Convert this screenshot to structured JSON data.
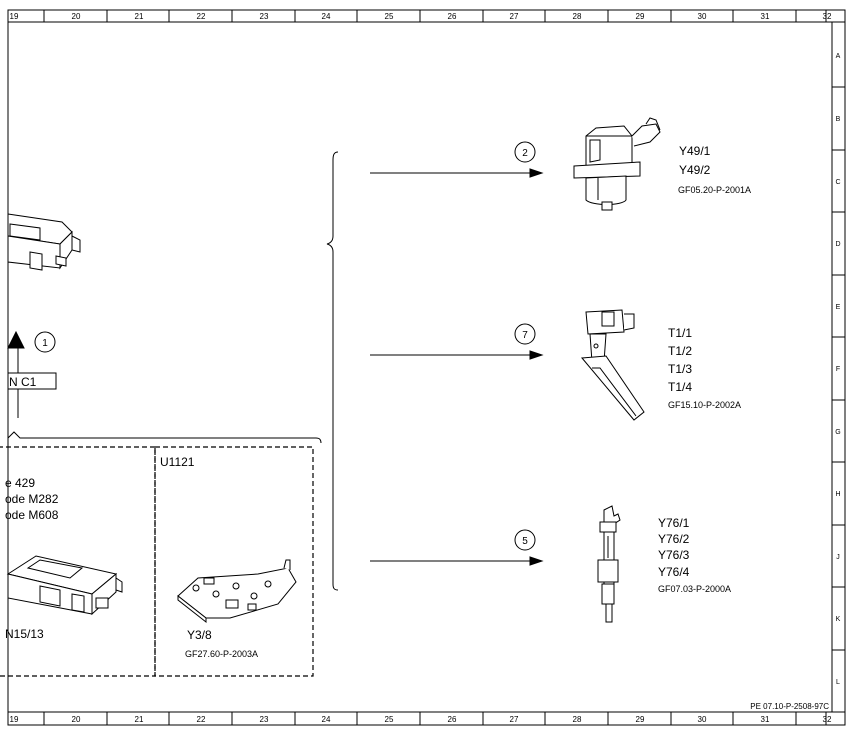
{
  "grid": {
    "columns": [
      "19",
      "20",
      "21",
      "22",
      "23",
      "24",
      "25",
      "26",
      "27",
      "28",
      "29",
      "30",
      "31",
      "32"
    ],
    "rows": [
      "A",
      "B",
      "C",
      "D",
      "E",
      "F",
      "G",
      "H",
      "J",
      "K",
      "L"
    ]
  },
  "callouts": [
    {
      "number": "2",
      "labels": [
        "Y49/1",
        "Y49/2"
      ],
      "ref": "GF05.20-P-2001A"
    },
    {
      "number": "7",
      "labels": [
        "T1/1",
        "T1/2",
        "T1/3",
        "T1/4"
      ],
      "ref": "GF15.10-P-2002A"
    },
    {
      "number": "5",
      "labels": [
        "Y76/1",
        "Y76/2",
        "Y76/3",
        "Y76/4"
      ],
      "ref": "GF07.03-P-2000A"
    }
  ],
  "left": {
    "marker_number": "1",
    "connector_label": "N C1",
    "cut_text": [
      "e 429",
      "ode M282",
      "ode M608"
    ],
    "module_label": "N15/13",
    "box_title": "U1121",
    "valve_label": "Y3/8",
    "valve_ref": "GF27.60-P-2003A"
  },
  "footer_ref": "PE 07.10-P-2508-97C"
}
